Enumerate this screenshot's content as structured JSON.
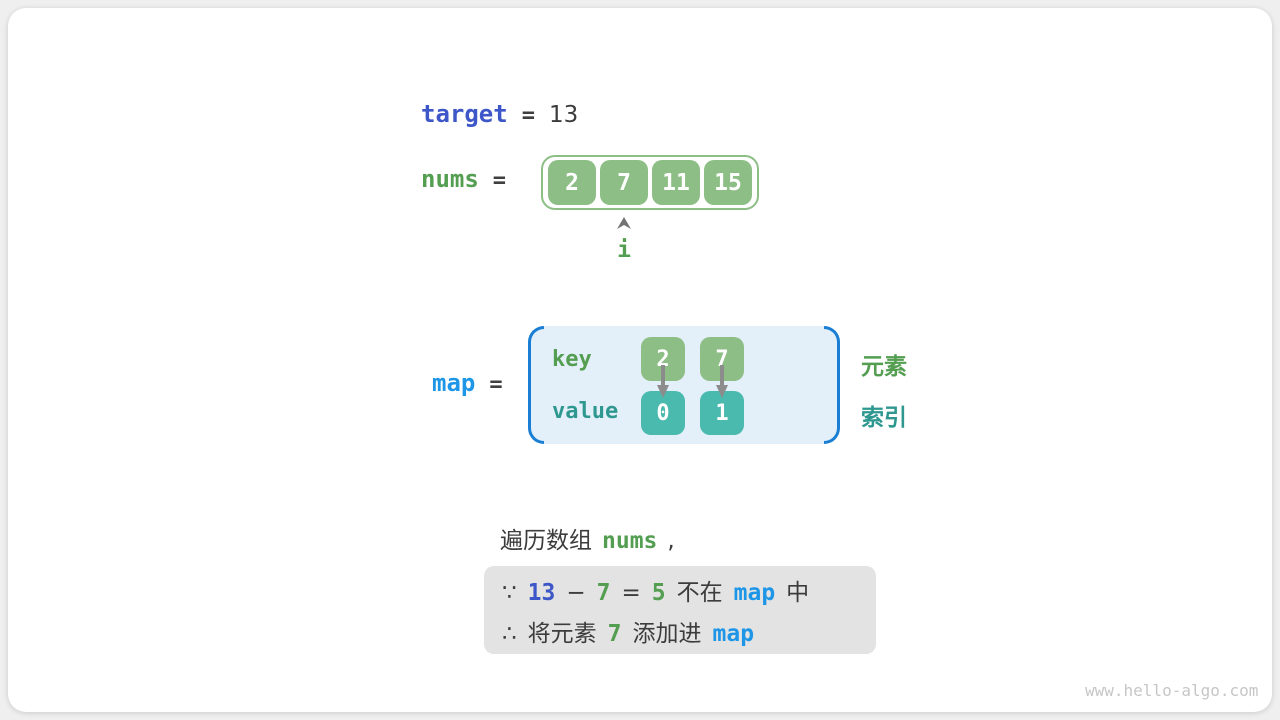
{
  "colors": {
    "royal_blue": "#3d56c8",
    "bright_blue": "#1e96e8",
    "green": "#539e51",
    "teal": "#2e9890",
    "green_box": "#8dbe85",
    "teal_box": "#4ab9ae",
    "bracket_blue": "#1a7fd4",
    "map_bg": "#e3f0fa",
    "note_bg": "#e3e3e3"
  },
  "target_row": {
    "label": "target",
    "equals": "=",
    "value": "13"
  },
  "nums_row": {
    "label": "nums",
    "equals": "=",
    "cells": [
      "2",
      "7",
      "11",
      "15"
    ],
    "pointer_label": "i"
  },
  "map_row": {
    "label": "map",
    "equals": "=",
    "key_label": "key",
    "value_label": "value",
    "entries": [
      {
        "key": "2",
        "value": "0"
      },
      {
        "key": "7",
        "value": "1"
      }
    ],
    "element_label": "元素",
    "index_label": "索引"
  },
  "caption": {
    "text": "遍历数组",
    "code": "nums",
    "comma": ","
  },
  "note": {
    "because": "∵",
    "minuend": "13",
    "minus": "−",
    "subtrahend": "7",
    "equals": "=",
    "difference": "5",
    "not_in": "不在",
    "map_code": "map",
    "in_char": "中",
    "therefore": "∴",
    "add_prefix": "将元素",
    "add_value": "7",
    "add_verb": "添加进",
    "add_map": "map"
  },
  "watermark": "www.hello-algo.com"
}
